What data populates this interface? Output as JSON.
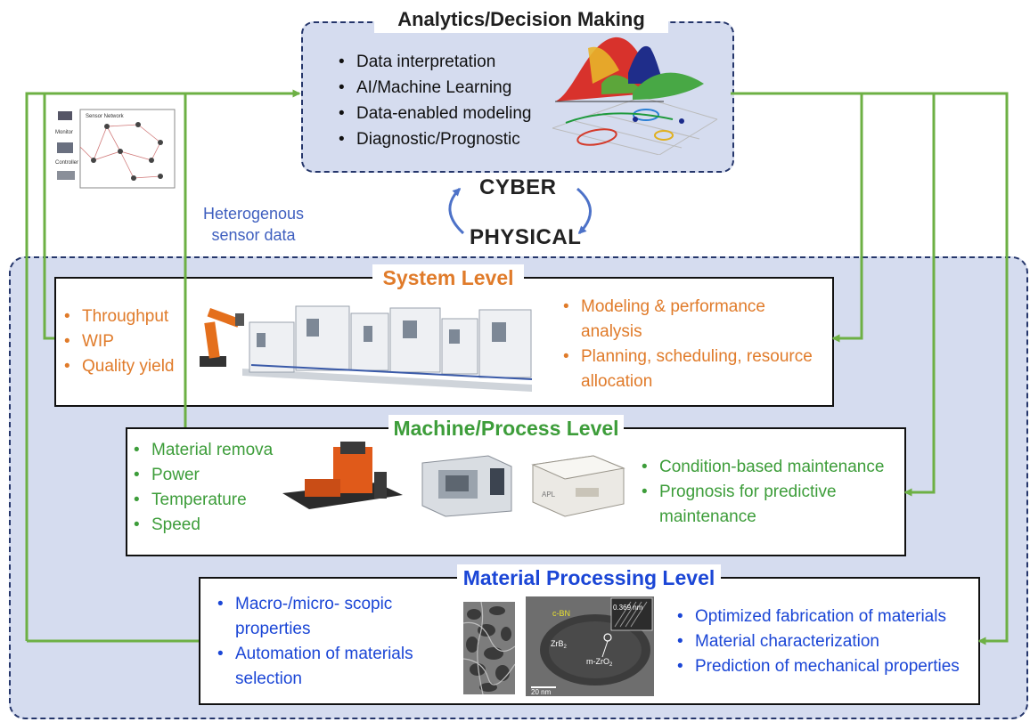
{
  "cyber": {
    "title": "Analytics/Decision Making",
    "bullets": [
      "Data interpretation",
      "AI/Machine Learning",
      "Data-enabled modeling",
      "Diagnostic/Prognostic"
    ]
  },
  "center": {
    "cyber": "CYBER",
    "physical": "PHYSICAL"
  },
  "sensor_label": {
    "line1": "Heterogenous",
    "line2": "sensor data"
  },
  "system_level": {
    "title": "System Level",
    "left": [
      "Throughput",
      "WIP",
      "Quality yield"
    ],
    "right": [
      "Modeling & performance analysis",
      "Planning, scheduling, resource allocation"
    ]
  },
  "machine_level": {
    "title": "Machine/Process Level",
    "left": [
      "Material remova",
      "Power",
      "Temperature",
      "Speed"
    ],
    "right": [
      "Condition-based maintenance",
      "Prognosis for predictive maintenance"
    ]
  },
  "material_level": {
    "title": "Material Processing Level",
    "left": [
      "Macro-/micro- scopic properties",
      "Automation of materials selection"
    ],
    "right": [
      "Optimized fabrication of materials",
      "Material characterization",
      "Prediction of mechanical properties"
    ]
  },
  "network_labels": {
    "n1": "Sensor Network",
    "n2": "Monitor",
    "n3": "Controller"
  },
  "tem_labels": {
    "cbn": "c-BN",
    "spacing": "0.369 nm",
    "zrb2": "ZrB",
    "zrb2_sub": "2",
    "mzro2": "m-ZrO",
    "mzro2_sub": "2",
    "scale": "20 nm"
  },
  "colors": {
    "arrow_green": "#6db044",
    "cyber_blue": "#4d72c8",
    "system_orange": "#e07b2a",
    "machine_green": "#3d9d3a",
    "material_blue": "#1b46d6",
    "panel_fill": "#d5dcef",
    "dashed_border": "#25366b"
  }
}
